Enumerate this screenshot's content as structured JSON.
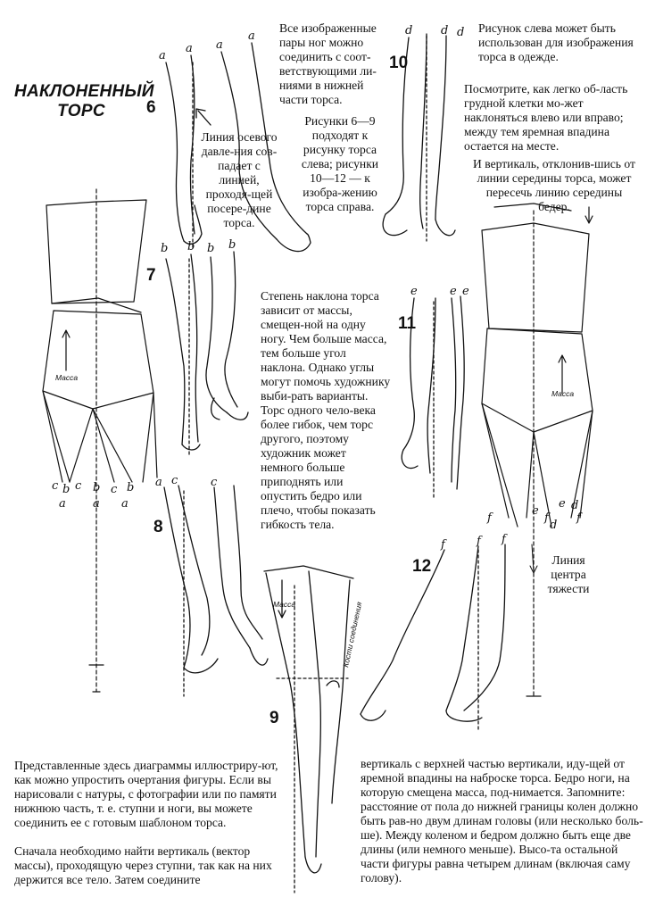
{
  "title": "НАКЛОНЕННЫЙ ТОРС",
  "figure_numbers": [
    "6",
    "7",
    "8",
    "9",
    "10",
    "11",
    "12"
  ],
  "texts": {
    "top_center": "Все изображенные пары ног можно соединить с соот-ветствующими ли-ниями в нижней части торса.",
    "axis_label": "Линия осевого давле-ния сов-падает с линией, проходя-щей посере-дине торса.",
    "figures_6_9": "Рисунки 6—9 подходят к рисунку торса слева; рисунки 10—12 — к изобра-жению торса справа.",
    "top_right_1": "Рисунок слева может быть использован для изображения торса в одежде.",
    "top_right_2": "Посмотрите, как легко об-ласть грудной клетки мо-жет наклоняться влево или вправо; между тем яремная впадина остается на месте.",
    "top_right_3": "И вертикаль, отклонив-шись от линии середины торса, может пересечь линию середины бедер.",
    "middle": "Степень наклона торса зависит от массы, смещен-ной на одну ногу. Чем больше масса, тем больше угол наклона. Однако углы могут помочь художнику выби-рать варианты. Торс одного чело-века более гибок, чем торс другого, поэтому художник может немного больше приподнять или опустить бедро или плечо, чтобы показать гибкость тела.",
    "gravity_label": "Линия центра тяжести",
    "bottom_left_1": "Представленные здесь диаграммы иллюстриру-ют, как можно упростить очертания фигуры. Если вы нарисовали с натуры, с фотографии или по памяти нижнюю часть, т. е. ступни и ноги, вы можете соединить ее с готовым шаблоном торса.",
    "bottom_left_2": "Сначала необходимо найти вертикаль (вектор массы), проходящую через ступни, так как на них держится все тело. Затем соедините",
    "bottom_right": "вертикаль с верхней частью вертикали, иду-щей от яремной впадины на наброске торса. Бедро ноги, на которую смещена масса, под-нимается. Запомните: расстояние от пола до нижней границы колен должно быть рав-но двум длинам головы (или несколько боль-ше). Между коленом и бедром должно быть еще две длины (или немного меньше). Высо-та остальной части фигуры равна четырем длинам (включая саму голову)."
  },
  "diagram_labels": {
    "massa": "Масса",
    "kosti": "Кости соединения",
    "letters": [
      "a",
      "b",
      "c",
      "d",
      "e",
      "f"
    ]
  }
}
